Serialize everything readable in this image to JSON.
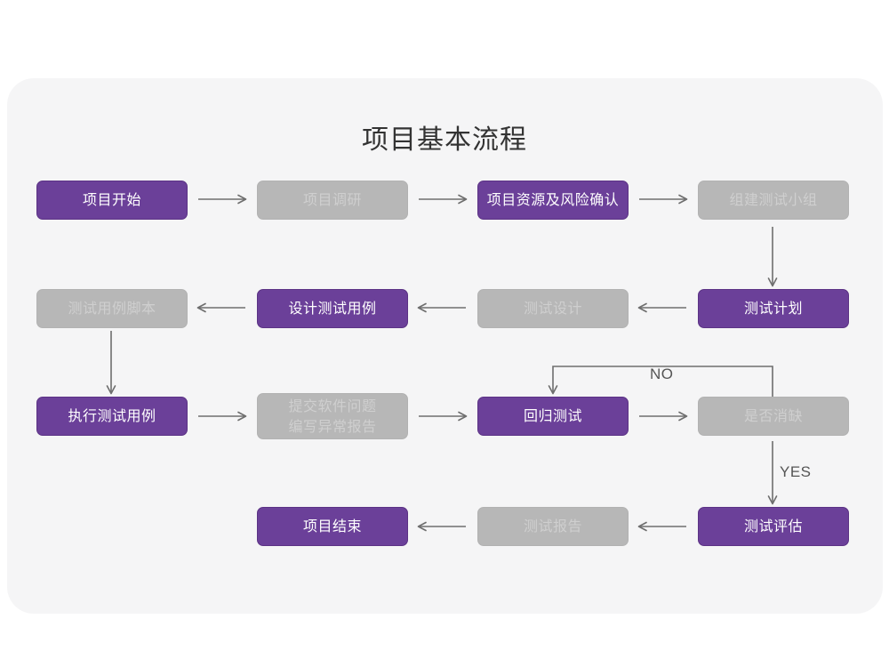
{
  "page": {
    "background": "#ffffff",
    "card_background": "#f5f5f6"
  },
  "colors": {
    "purple": "#6b4099",
    "purple_border": "#5c3385",
    "gray": "#b7b7b7",
    "gray_text": "#cfcfcf",
    "arrow": "#6e6e6e",
    "title_text": "#333333",
    "label_text": "#555555"
  },
  "diagram": {
    "title": "项目基本流程",
    "rows": [
      {
        "name": "row-1",
        "nodes": [
          {
            "id": "n1",
            "label": "项目开始",
            "style": "purple"
          },
          {
            "id": "n2",
            "label": "项目调研",
            "style": "gray"
          },
          {
            "id": "n3",
            "label": "项目资源及风险确认",
            "style": "purple"
          },
          {
            "id": "n4",
            "label": "组建测试小组",
            "style": "gray"
          }
        ]
      },
      {
        "name": "row-2",
        "nodes": [
          {
            "id": "n5",
            "label": "测试用例脚本",
            "style": "gray"
          },
          {
            "id": "n6",
            "label": "设计测试用例",
            "style": "purple"
          },
          {
            "id": "n7",
            "label": "测试设计",
            "style": "gray"
          },
          {
            "id": "n8",
            "label": "测试计划",
            "style": "purple"
          }
        ]
      },
      {
        "name": "row-3",
        "nodes": [
          {
            "id": "n9",
            "label": "执行测试用例",
            "style": "purple"
          },
          {
            "id": "n10",
            "label": "提交软件问题\n编写异常报告",
            "style": "gray"
          },
          {
            "id": "n11",
            "label": "回归测试",
            "style": "purple"
          },
          {
            "id": "n12",
            "label": "是否消缺",
            "style": "gray"
          }
        ]
      },
      {
        "name": "row-4",
        "nodes": [
          {
            "id": "n13",
            "label": "项目结束",
            "style": "purple"
          },
          {
            "id": "n14",
            "label": "测试报告",
            "style": "gray"
          },
          {
            "id": "n15",
            "label": "测试评估",
            "style": "purple"
          }
        ]
      }
    ],
    "edge_labels": [
      {
        "id": "no",
        "text": "NO"
      },
      {
        "id": "yes",
        "text": "YES"
      }
    ]
  }
}
